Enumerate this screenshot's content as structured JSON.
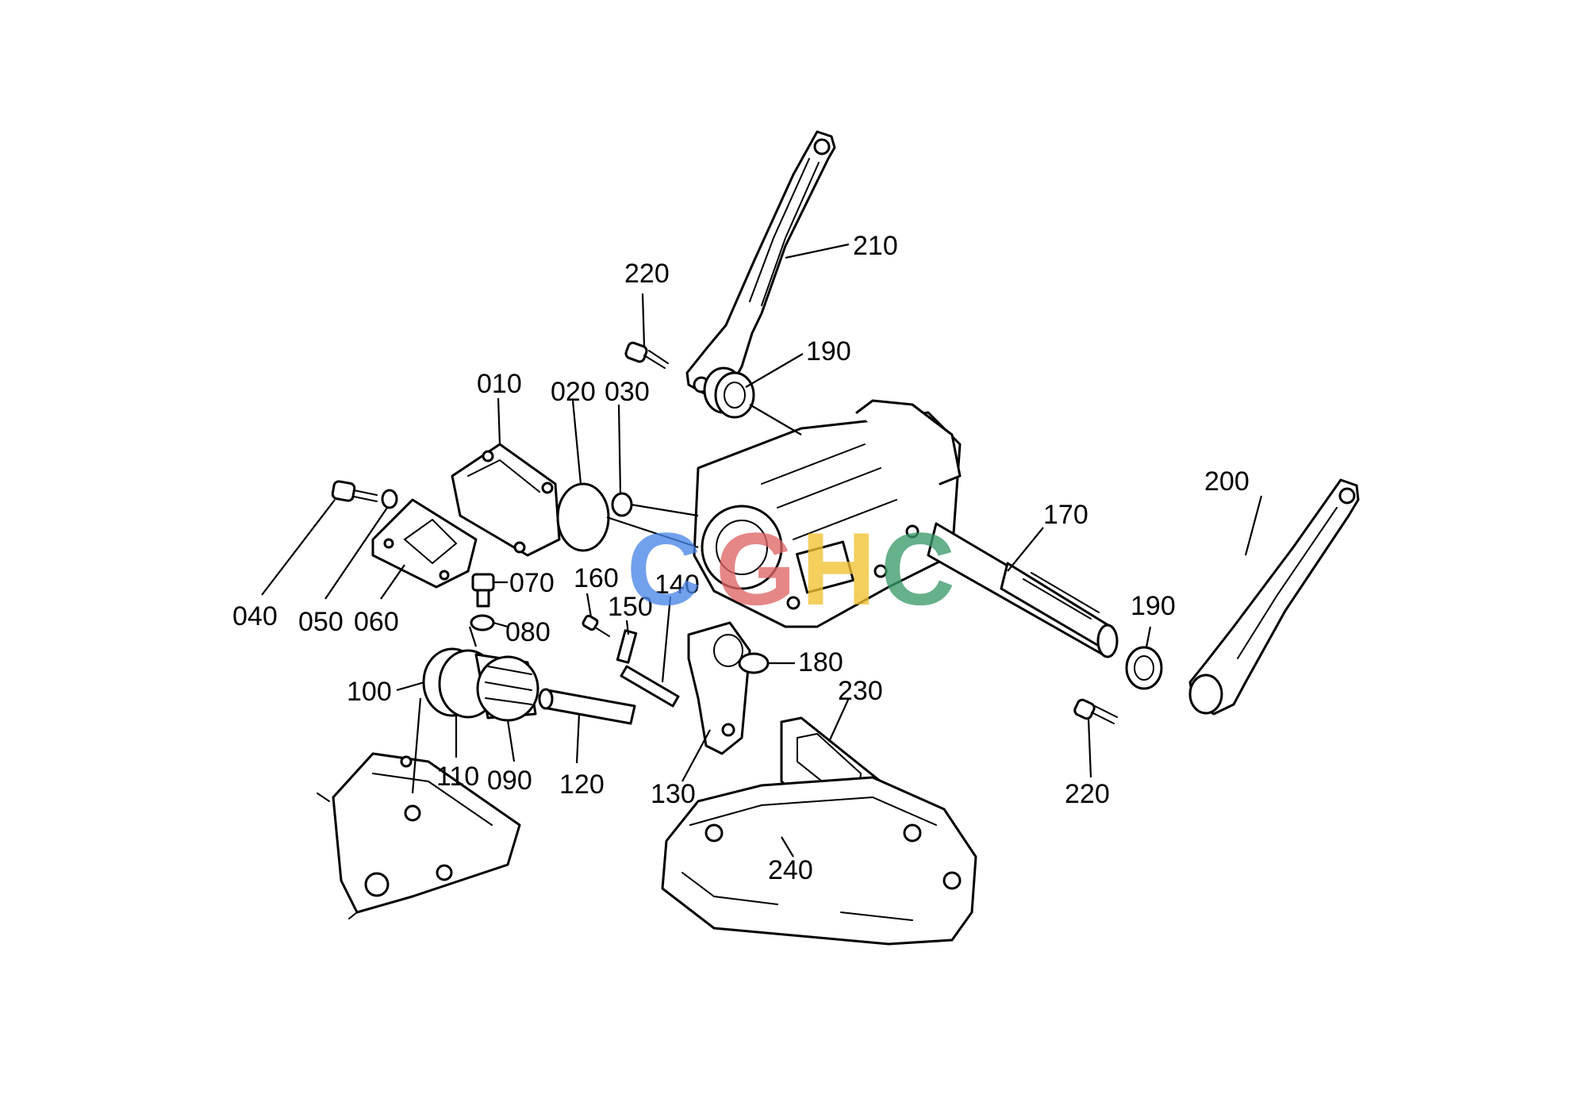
{
  "callouts": {
    "p010": "010",
    "p020": "020",
    "p030": "030",
    "p040": "040",
    "p050": "050",
    "p060": "060",
    "p070": "070",
    "p080": "080",
    "p090": "090",
    "p100": "100",
    "p110": "110",
    "p120": "120",
    "p130": "130",
    "p140": "140",
    "p150": "150",
    "p160": "160",
    "p170": "170",
    "p180": "180",
    "p190a": "190",
    "p190b": "190",
    "p200": "200",
    "p210": "210",
    "p220a": "220",
    "p220b": "220",
    "p230": "230",
    "p240": "240"
  },
  "watermark": {
    "letters": [
      "C",
      "G",
      "H",
      "C"
    ],
    "colors": [
      "#4a86e8",
      "#e06666",
      "#f1c232",
      "#3c9a6b"
    ]
  }
}
